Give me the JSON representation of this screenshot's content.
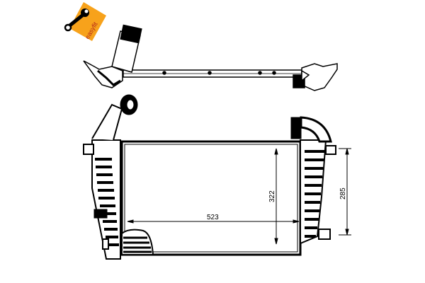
{
  "badge": {
    "label": "easyfit",
    "color": "#f7a21b",
    "icon": "wrench-icon"
  },
  "product": {
    "type": "intercooler technical drawing"
  },
  "dimensions": {
    "width": "523",
    "core_height": "322",
    "mount_spacing": "285"
  },
  "colors": {
    "line": "#000000",
    "background": "#ffffff",
    "badge": "#f7a21b"
  }
}
